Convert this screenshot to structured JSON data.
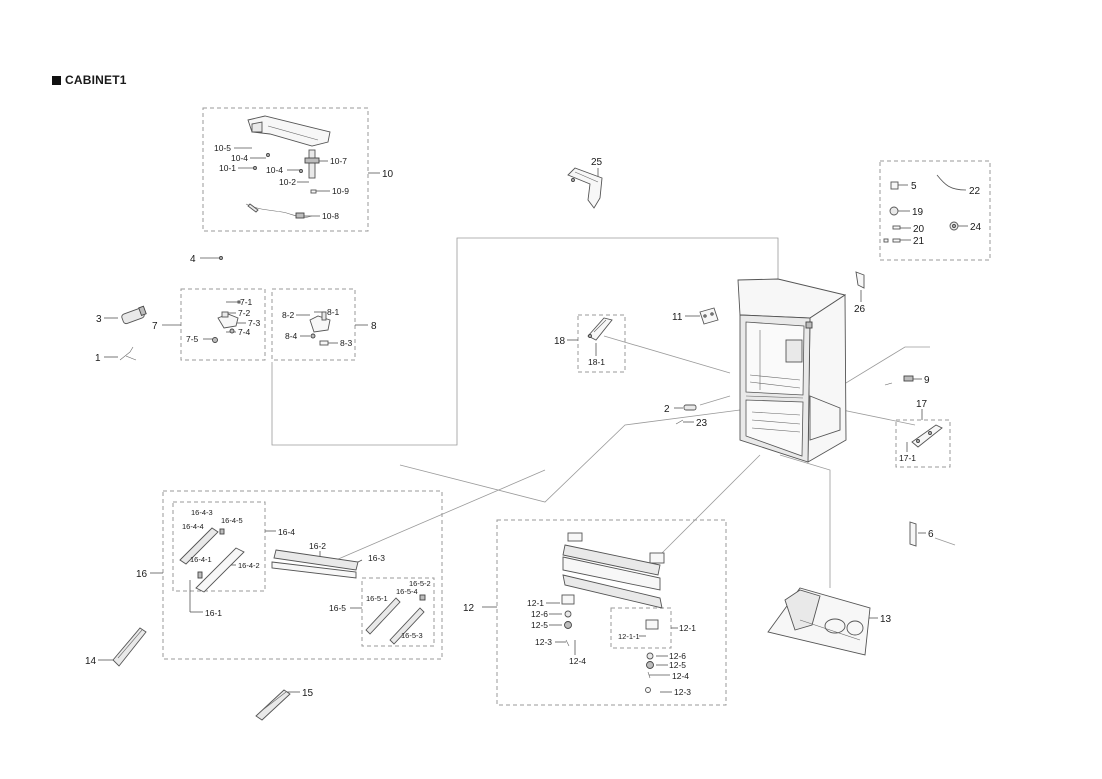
{
  "title": "CABINET1",
  "labels": {
    "l1": "1",
    "l2": "2",
    "l3": "3",
    "l4": "4",
    "l5": "5",
    "l6": "6",
    "l7": "7",
    "l7_1": "7-1",
    "l7_2": "7-2",
    "l7_3": "7-3",
    "l7_4": "7-4",
    "l7_5": "7-5",
    "l8": "8",
    "l8_1": "8-1",
    "l8_2": "8-2",
    "l8_3": "8-3",
    "l8_4": "8-4",
    "l9": "9",
    "l10": "10",
    "l10_1": "10-1",
    "l10_2": "10-2",
    "l10_4a": "10-4",
    "l10_4b": "10-4",
    "l10_5": "10-5",
    "l10_7": "10-7",
    "l10_8": "10-8",
    "l10_9": "10-9",
    "l11": "11",
    "l12": "12",
    "l12_1a": "12-1",
    "l12_1b": "12-1",
    "l12_1_1": "12-1-1",
    "l12_3a": "12-3",
    "l12_3b": "12-3",
    "l12_4a": "12-4",
    "l12_4b": "12-4",
    "l12_5a": "12-5",
    "l12_5b": "12-5",
    "l12_6a": "12-6",
    "l12_6b": "12-6",
    "l13": "13",
    "l14": "14",
    "l15": "15",
    "l16": "16",
    "l16_1": "16-1",
    "l16_2": "16-2",
    "l16_3": "16-3",
    "l16_4": "16-4",
    "l16_4_1": "16-4-1",
    "l16_4_2": "16-4-2",
    "l16_4_3": "16-4-3",
    "l16_4_4": "16-4-4",
    "l16_4_5": "16-4-5",
    "l16_5": "16-5",
    "l16_5_1": "16-5-1",
    "l16_5_2": "16-5-2",
    "l16_5_3": "16-5-3",
    "l16_5_4": "16-5-4",
    "l17": "17",
    "l17_1": "17-1",
    "l18": "18",
    "l18_1": "18-1",
    "l19": "19",
    "l20": "20",
    "l21": "21",
    "l22": "22",
    "l23": "23",
    "l24": "24",
    "l25": "25",
    "l26": "26"
  }
}
